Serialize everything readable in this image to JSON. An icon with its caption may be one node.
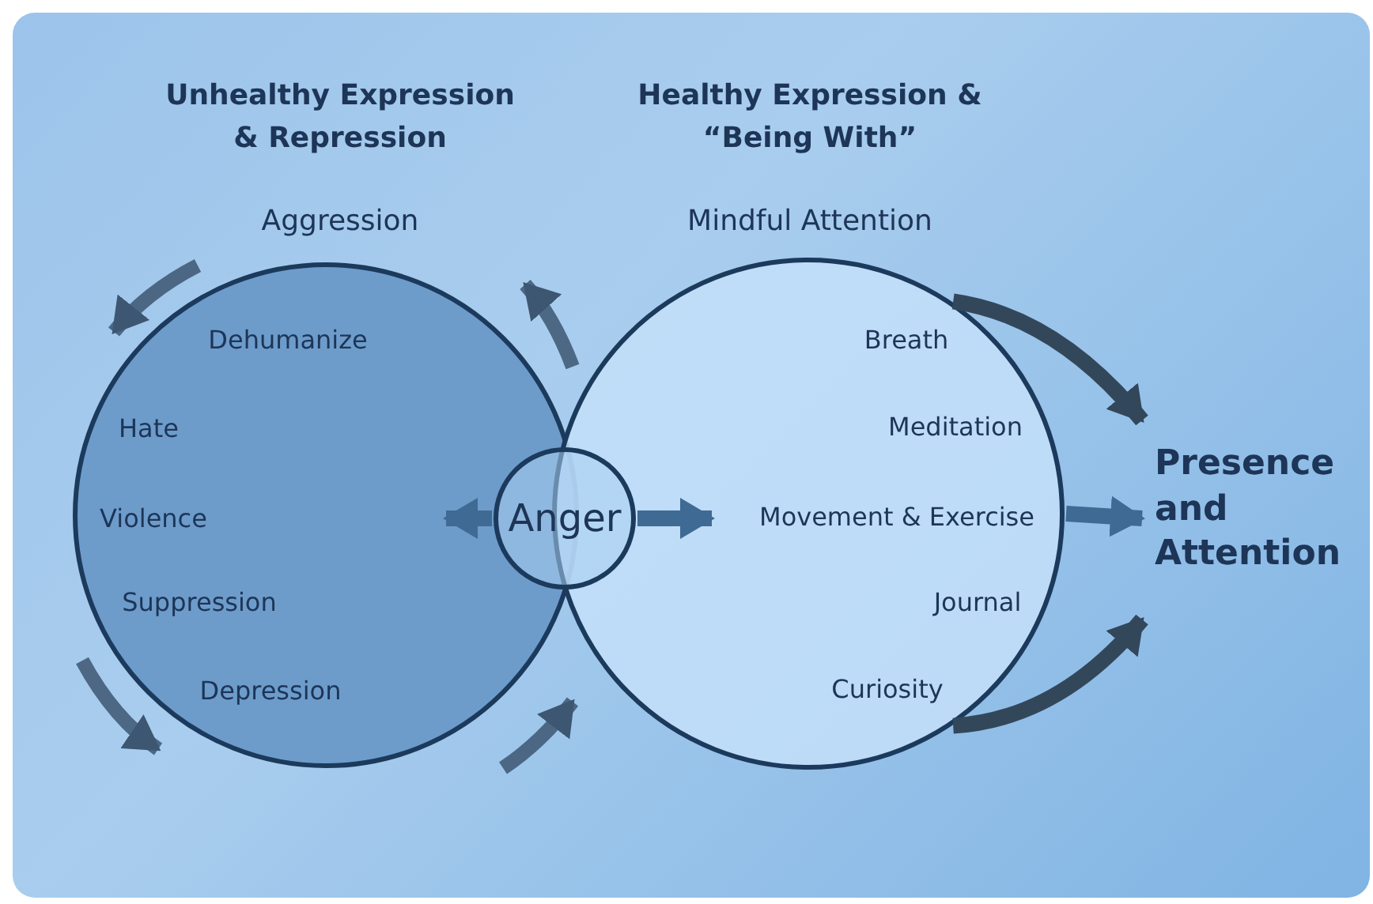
{
  "diagram": {
    "nodes": [
      {
        "text": [
          "Dehumanize",
          "Hate",
          "Violence",
          "Suppression",
          "Depression"
        ]
      },
      {
        "text": [
          "Breath",
          "Meditation",
          "Movement & Exercise",
          "Journal",
          "Curiosity"
        ]
      },
      {
        "text": [
          "Anger"
        ]
      },
      {
        "text": [
          "Presence and Attention"
        ]
      }
    ],
    "edges": [
      {
        "from": 2,
        "to": 0,
        "arrow": "to"
      },
      {
        "from": 2,
        "to": 1,
        "arrow": "to"
      },
      {
        "from": 1,
        "to": 3,
        "arrow": "to"
      },
      {
        "from": 1,
        "to": 3,
        "arrow": "to",
        "color": "#33475b"
      },
      {
        "from": 1,
        "to": 3,
        "arrow": "to",
        "color": "#33475b"
      }
    ],
    "labels": [
      "Unhealthy Expression & Repression",
      "Healthy Expression & “Being With”",
      "Aggression",
      "Mindful Attention"
    ]
  }
}
